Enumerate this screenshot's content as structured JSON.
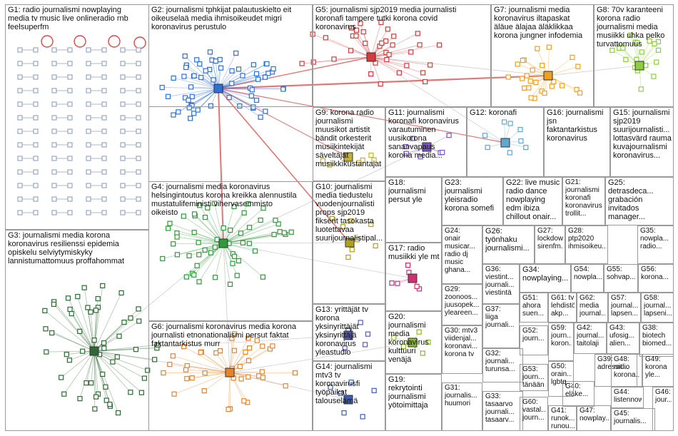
{
  "groups": [
    {
      "id": "G1",
      "label": "G1: radio journalismi nowplaying\nmedia tv music live onlineradio rnb\nfeelsuperfm",
      "color": "#8fa0b8"
    },
    {
      "id": "G2",
      "label": "G2: journalismi tphkijat palautuskielto eit\noikeuselaä media ihmisoikeudet migri\nkoronavirus perustulo",
      "color": "#2f6fd8"
    },
    {
      "id": "G3",
      "label": "G3: journalismi media korona\nkoronavirus resilienssi epidemia\nopiskelu selviytymiskyky\nlannistumattomuus proffahommat",
      "color": "#2e6b34"
    },
    {
      "id": "G4",
      "label": "G4: journalismi media koronavirus\nhelsingintoutus korona kreikka alennustila\nmustatulifeministi vihervasemmisto\noikeisto",
      "color": "#2f9a3a"
    },
    {
      "id": "G5",
      "label": "G5: journalismi sjp2019 media journalisti\nkoronafi tampere tutki korona covid\nkoronavirus",
      "color": "#d63a3a"
    },
    {
      "id": "G6",
      "label": "G6: journalismi koronavirus media korona\njournalisti etnonationalismi persut faktat\nfaktantarkistus murr",
      "color": "#e7842a"
    },
    {
      "id": "G7",
      "label": "G7: journalismi media\nkoronavirus iltapaskat\näläue älajaa äläklikkaa\nkorona jungner infodemia",
      "color": "#f0a020"
    },
    {
      "id": "G8",
      "label": "G8: 70v karanteeni\nkorona radio\njournalismi media\nmusiikki uhka pelko\nturvattomuus",
      "color": "#8ad03a"
    },
    {
      "id": "G9",
      "label": "G9: korona radio\njournalismi\nmuusikot artistit\nbändit orkesterit\nmusiikintekijät\nsäveltäjät\nmusiikkikustantajat",
      "color": "#c2b230"
    },
    {
      "id": "G10",
      "label": "G10: journalismi\nmedia tiedustelu\nvuodenjournalisti\nprops sjp2019\nfikserit tasokasta\nluotettavaa\nsuurijournalistipal...",
      "color": "#b0a020"
    },
    {
      "id": "G11",
      "label": "G11: journalismi\nkoronafi koronavirus\nvarautuminen\nuusikorona\nsananvapaus\nkorona media...",
      "color": "#7a57c2"
    },
    {
      "id": "G12",
      "label": "G12: koronafi",
      "color": "#5fa8d0"
    },
    {
      "id": "G13",
      "label": "G13: yrittäjät tv\nkorona\nyksinyrittäjät\nyksinyrittäjä\nkoronavirus\nyleastudio",
      "color": "#5a5aa8"
    },
    {
      "id": "G14",
      "label": "G14: journalismi\nmtv3 tv\nkoronavirusfi\ntyöpaikat\ntalouselämä",
      "color": "#3e5cb8"
    },
    {
      "id": "G15",
      "label": "G15: journalismi\nsjp2019\nsuurijournalisti...\nlottasvärd rauma\nkuvajournalismi\nkoronavirus...",
      "color": "#38b6c0"
    },
    {
      "id": "G16",
      "label": "G16: journalismi\njsn\nfaktantarkistus\nkoronavirus",
      "color": "#5aa85a"
    },
    {
      "id": "G17",
      "label": "G17: radio\nmusiikki yle mt",
      "color": "#d03070"
    },
    {
      "id": "G18",
      "label": "G18:\njournalismi\npersut yle",
      "color": "#c08a5a"
    },
    {
      "id": "G19",
      "label": "G19:\nrekrytointi\njournalismi\nyötoimittaja",
      "color": "#9a9a9a"
    },
    {
      "id": "G20",
      "label": "G20:\njournalismi\nmedia\nkoronavirus\nkulttuuri\nvenäjä",
      "color": "#8ab830"
    },
    {
      "id": "G21",
      "label": "G21:\njournalismi\nkoronafi\nkoronavirus\ntrollit...",
      "color": "#9a9a9a"
    },
    {
      "id": "G22",
      "label": "G22: live music\nradio dance\nnowplaying\nedm ibiza\nchillout onair...",
      "color": "#9a9a9a"
    },
    {
      "id": "G23",
      "label": "G23:\njournalismi\nyleisradio\nkorona somefi",
      "color": "#9a9a9a"
    },
    {
      "id": "G24",
      "label": "G24:\nonair\nmusicar...\nradio dj\nmusic\nghana...",
      "color": "#9a9a9a"
    },
    {
      "id": "G25",
      "label": "G25:\ndetrasdeca...\ngrabación\ninvitados\nmanager...",
      "color": "#9a9a9a"
    },
    {
      "id": "G26",
      "label": "G26:\ntyönhaku\njournalismi...",
      "color": "#9a9a9a"
    },
    {
      "id": "G27",
      "label": "G27:\nlockdown\nsirenfm...",
      "color": "#9a9a9a"
    },
    {
      "id": "G28",
      "label": "G28:\nptp2020\nihmisoikeu...",
      "color": "#9a9a9a"
    },
    {
      "id": "G29",
      "label": "G29:\nzoonoos...\njuusopek...\nyleareen...",
      "color": "#9a9a9a"
    },
    {
      "id": "G30",
      "label": "G30: mtv3\nviidenjal...\nkoronavi...\nkorona tv",
      "color": "#9a9a9a"
    },
    {
      "id": "G31",
      "label": "G31:\njournalis...\nhuumori",
      "color": "#9a9a9a"
    },
    {
      "id": "G32",
      "label": "G32:\njournali...\nturunsa...",
      "color": "#9a9a9a"
    },
    {
      "id": "G33",
      "label": "G33:\ntasaarvo\njournali...\ntasaarv...",
      "color": "#9a9a9a"
    },
    {
      "id": "G34",
      "label": "G34:\nnowplaying...",
      "color": "#9a9a9a"
    },
    {
      "id": "G35",
      "label": "G35:\nnowpla...\nradio...",
      "color": "#9a9a9a"
    },
    {
      "id": "G36",
      "label": "G36:\nviestint...\njournali...\nviestintä",
      "color": "#9a9a9a"
    },
    {
      "id": "G37",
      "label": "G37:\nliiga\njournali...",
      "color": "#9a9a9a"
    },
    {
      "id": "G38",
      "label": "G38:\nbiotech\nbiomed...",
      "color": "#9a9a9a"
    },
    {
      "id": "G39",
      "label": "G39:\nadressit...",
      "color": "#9a9a9a"
    },
    {
      "id": "G40",
      "label": "G40:\neläke...",
      "color": "#9a9a9a"
    },
    {
      "id": "G41",
      "label": "G41:\nrunok...\nrunou...",
      "color": "#9a9a9a"
    },
    {
      "id": "G42",
      "label": "G42:\njournal...\ntaitolaji",
      "color": "#9a9a9a"
    },
    {
      "id": "G43",
      "label": "G43:\nufosig...\nalien...",
      "color": "#9a9a9a"
    },
    {
      "id": "G44",
      "label": "G44:\nlistennow...",
      "color": "#9a9a9a"
    },
    {
      "id": "G45",
      "label": "G45:\njournalis...",
      "color": "#9a9a9a"
    },
    {
      "id": "G46",
      "label": "G46:\njour...",
      "color": "#9a9a9a"
    },
    {
      "id": "G47",
      "label": "G47:\nnowplay...",
      "color": "#9a9a9a"
    },
    {
      "id": "G48",
      "label": "G48:\nradio\nkorona...",
      "color": "#9a9a9a"
    },
    {
      "id": "G49",
      "label": "G49:\nkorona\nyle...",
      "color": "#9a9a9a"
    },
    {
      "id": "G50",
      "label": "G50:\norain...\nlgbtq...",
      "color": "#9a9a9a"
    },
    {
      "id": "G51",
      "label": "G51:\nahora\nsuen...",
      "color": "#9a9a9a"
    },
    {
      "id": "G52",
      "label": "G52:\njourn...",
      "color": "#9a9a9a"
    },
    {
      "id": "G53",
      "label": "G53:\njourn...\ntänään",
      "color": "#9a9a9a"
    },
    {
      "id": "G54",
      "label": "G54:\nnowpla...",
      "color": "#9a9a9a"
    },
    {
      "id": "G55",
      "label": "G55:\nsohvap...",
      "color": "#9a9a9a"
    },
    {
      "id": "G56",
      "label": "G56:\nkorona...",
      "color": "#9a9a9a"
    },
    {
      "id": "G57",
      "label": "G57:\njournal...\nlapsen...",
      "color": "#9a9a9a"
    },
    {
      "id": "G58",
      "label": "G58:\njournal...\nlapseni...",
      "color": "#9a9a9a"
    },
    {
      "id": "G59",
      "label": "G59:\njourn...\nkoron...",
      "color": "#9a9a9a"
    },
    {
      "id": "G60",
      "label": "G60:\nvastal...\njourn...",
      "color": "#9a9a9a"
    },
    {
      "id": "G61",
      "label": "G61: tv\nlehdistö\nakp...",
      "color": "#9a9a9a"
    },
    {
      "id": "G62",
      "label": "G62:\nmedia\njournal...",
      "color": "#9a9a9a"
    }
  ]
}
